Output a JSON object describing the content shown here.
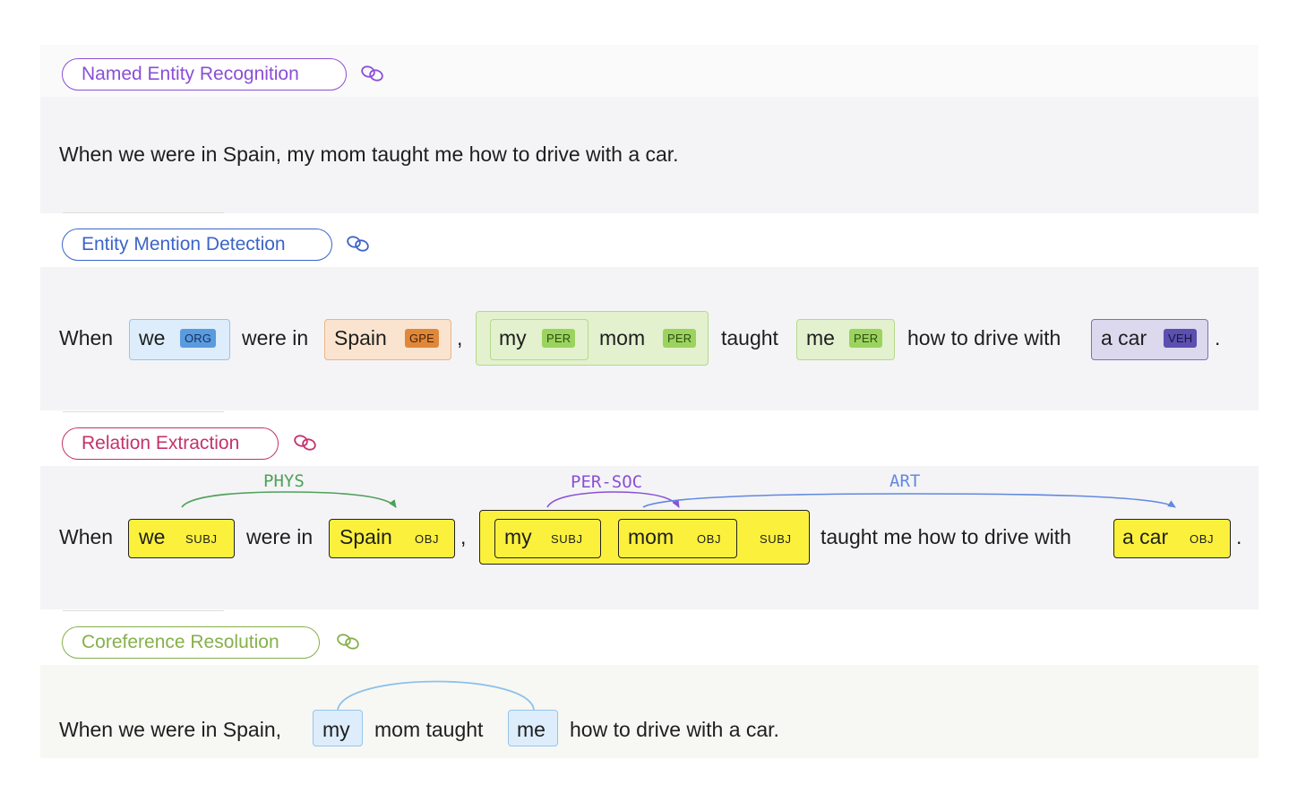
{
  "colors": {
    "ner": "#8a4fd6",
    "emd": "#3c64c8",
    "re": "#c5316b",
    "coref": "#86b04a",
    "phys": "#4fa05a",
    "per_soc": "#8a4fd6",
    "art": "#6288e0"
  },
  "ner": {
    "title": "Named Entity Recognition",
    "link_icon": "link-icon",
    "sentence": "When we were in Spain, my mom taught me how to drive with a car."
  },
  "emd": {
    "title": "Entity Mention Detection",
    "link_icon": "link-icon",
    "words": {
      "w1": "When",
      "w2": "were in",
      "w3": ",",
      "w4": "taught",
      "w5": "how to drive with",
      "w6": "."
    },
    "entities": {
      "we": {
        "text": "we",
        "label": "ORG"
      },
      "spain": {
        "text": "Spain",
        "label": "GPE"
      },
      "my": {
        "text": "my",
        "label": "PER"
      },
      "mom": {
        "text": "mom",
        "label": "PER"
      },
      "me": {
        "text": "me",
        "label": "PER"
      },
      "car": {
        "text": "a car",
        "label": "VEH"
      }
    }
  },
  "re": {
    "title": "Relation Extraction",
    "link_icon": "link-icon",
    "words": {
      "w1": "When",
      "w2": "were in",
      "w3": ",",
      "w4": "taught me how to drive with",
      "w5": "."
    },
    "entities": {
      "we": {
        "text": "we",
        "role": "SUBJ"
      },
      "spain": {
        "text": "Spain",
        "role": "OBJ"
      },
      "my": {
        "text": "my",
        "role": "SUBJ"
      },
      "mom": {
        "text": "mom",
        "role": "OBJ"
      },
      "mom_group_role": "SUBJ",
      "car": {
        "text": "a car",
        "role": "OBJ"
      }
    },
    "relations": {
      "phys": "PHYS",
      "per_soc": "PER-SOC",
      "art": "ART"
    }
  },
  "coref": {
    "title": "Coreference Resolution",
    "link_icon": "link-icon",
    "words": {
      "w1": "When we were in Spain,",
      "w2": "mom taught",
      "w3": "how to drive with a car."
    },
    "mentions": {
      "my": "my",
      "me": "me"
    }
  }
}
